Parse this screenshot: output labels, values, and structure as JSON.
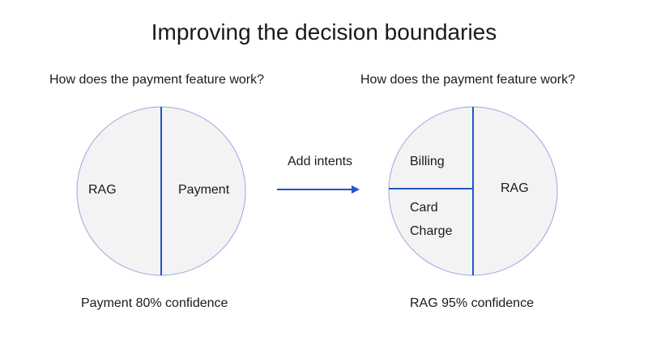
{
  "title": "Improving the decision boundaries",
  "left": {
    "question": "How does the payment feature work?",
    "regions": [
      "RAG",
      "Payment"
    ],
    "caption": "Payment 80% confidence"
  },
  "arrow": {
    "label": "Add intents"
  },
  "right": {
    "question": "How does the payment feature work?",
    "regions": [
      "Billing",
      "Card",
      "Charge",
      "RAG"
    ],
    "caption": "RAG 95% confidence"
  },
  "colors": {
    "circle_fill": "#f3f3f3",
    "circle_stroke": "#9aa7e0",
    "divider": "#1f56c9",
    "arrow": "#1f56c9"
  }
}
